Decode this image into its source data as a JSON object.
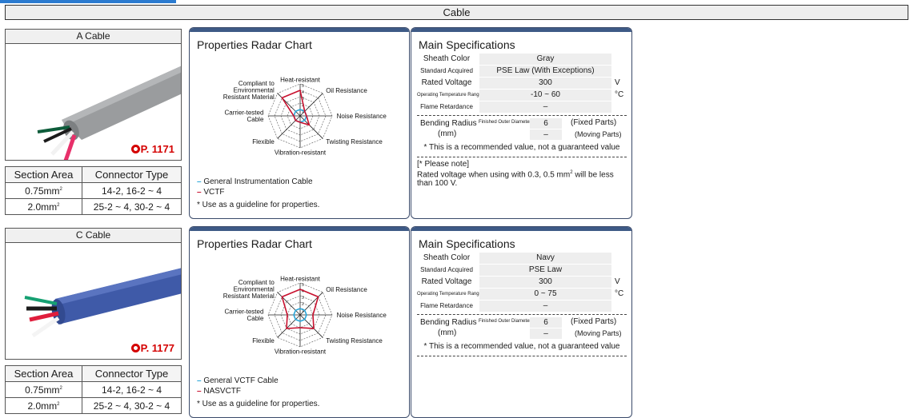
{
  "title": "Cable",
  "sections": [
    {
      "cable_name": "A Cable",
      "page_ref": "P. 1171",
      "connector_table": {
        "headers": [
          "Section Area",
          "Connector Type"
        ],
        "rows": [
          {
            "area": "0.75mm",
            "area_sup": "2",
            "type": "14-2, 16-2 ~ 4"
          },
          {
            "area": "2.0mm",
            "area_sup": "2",
            "type": "25-2 ~ 4, 30-2 ~ 4"
          }
        ]
      },
      "radar": {
        "title": "Properties Radar Chart",
        "axes": [
          "Heat-resistant",
          "Oil Resistance",
          "Noise Resistance",
          "Twisting Resistance",
          "Vibration-resistant",
          "Flexible",
          "Carrier-tested Cable",
          "Compliant to Environmental Resistant Material"
        ],
        "scale_ticks": [
          "5",
          "4",
          "3",
          "2",
          "1"
        ],
        "series": [
          {
            "name": "General Instrumentation Cable",
            "color": "#2aa6d8",
            "values": [
              1,
              1,
              1,
              1,
              1,
              1,
              1,
              1
            ]
          },
          {
            "name": "VCTF",
            "color": "#c8102e",
            "values": [
              4,
              1,
              1,
              2,
              1,
              1,
              1,
              4
            ]
          }
        ],
        "note": "* Use as a guideline for properties."
      },
      "specs": {
        "title": "Main Specifications",
        "sheath_color_label": "Sheath Color",
        "sheath_color": "Gray",
        "standard_label": "Standard Acquired",
        "standard": "PSE Law (With Exceptions)",
        "voltage_label": "Rated Voltage",
        "voltage": "300",
        "voltage_unit": "V",
        "temp_label": "Operating Temperature Range",
        "temp": "-10 ~ 60",
        "temp_unit": "°C",
        "flame_label": "Flame Retardance",
        "flame": "–",
        "bend_label": "Bending Radius",
        "bend_unit_label": "(mm)",
        "bend_sub": "Finished Outer Diameter x",
        "bend_fixed": "6",
        "bend_fixed_label": "(Fixed Parts)",
        "bend_moving": "–",
        "bend_moving_label": "(Moving Parts)",
        "recommend_note": "* This is a recommended value, not a guaranteed value",
        "please_title": "[* Please note]",
        "please_text": "Rated voltage when using with 0.3, 0.5 mm",
        "please_sup": "2",
        "please_text2": " will be less than 100 V."
      }
    },
    {
      "cable_name": "C Cable",
      "page_ref": "P. 1177",
      "connector_table": {
        "headers": [
          "Section Area",
          "Connector Type"
        ],
        "rows": [
          {
            "area": "0.75mm",
            "area_sup": "2",
            "type": "14-2, 16-2 ~ 4"
          },
          {
            "area": "2.0mm",
            "area_sup": "2",
            "type": "25-2 ~ 4, 30-2 ~ 4"
          }
        ]
      },
      "radar": {
        "title": "Properties Radar Chart",
        "axes": [
          "Heat-resistant",
          "Oil Resistance",
          "Noise Resistance",
          "Twisting Resistance",
          "Vibration-resistant",
          "Flexible",
          "Carrier-tested Cable",
          "Compliant to Environmental Resistant Material"
        ],
        "scale_ticks": [
          "5",
          "4",
          "3",
          "2",
          "1"
        ],
        "series": [
          {
            "name": "General VCTF Cable",
            "color": "#2aa6d8",
            "values": [
              1,
              1,
              1,
              1,
              1,
              1,
              1,
              1
            ]
          },
          {
            "name": "NASVCTF",
            "color": "#c8102e",
            "values": [
              4,
              4,
              2,
              3,
              2,
              3,
              2,
              4
            ]
          }
        ],
        "note": "* Use as a guideline for properties."
      },
      "specs": {
        "title": "Main Specifications",
        "sheath_color_label": "Sheath Color",
        "sheath_color": "Navy",
        "standard_label": "Standard Acquired",
        "standard": "PSE Law",
        "voltage_label": "Rated Voltage",
        "voltage": "300",
        "voltage_unit": "V",
        "temp_label": "Operating Temperature Range",
        "temp": "0 ~ 75",
        "temp_unit": "°C",
        "flame_label": "Flame Retardance",
        "flame": "–",
        "bend_label": "Bending Radius",
        "bend_unit_label": "(mm)",
        "bend_sub": "Finished Outer Diameter x",
        "bend_fixed": "6",
        "bend_fixed_label": "(Fixed Parts)",
        "bend_moving": "–",
        "bend_moving_label": "(Moving Parts)",
        "recommend_note": "* This is a recommended value, not a guaranteed value"
      }
    }
  ]
}
